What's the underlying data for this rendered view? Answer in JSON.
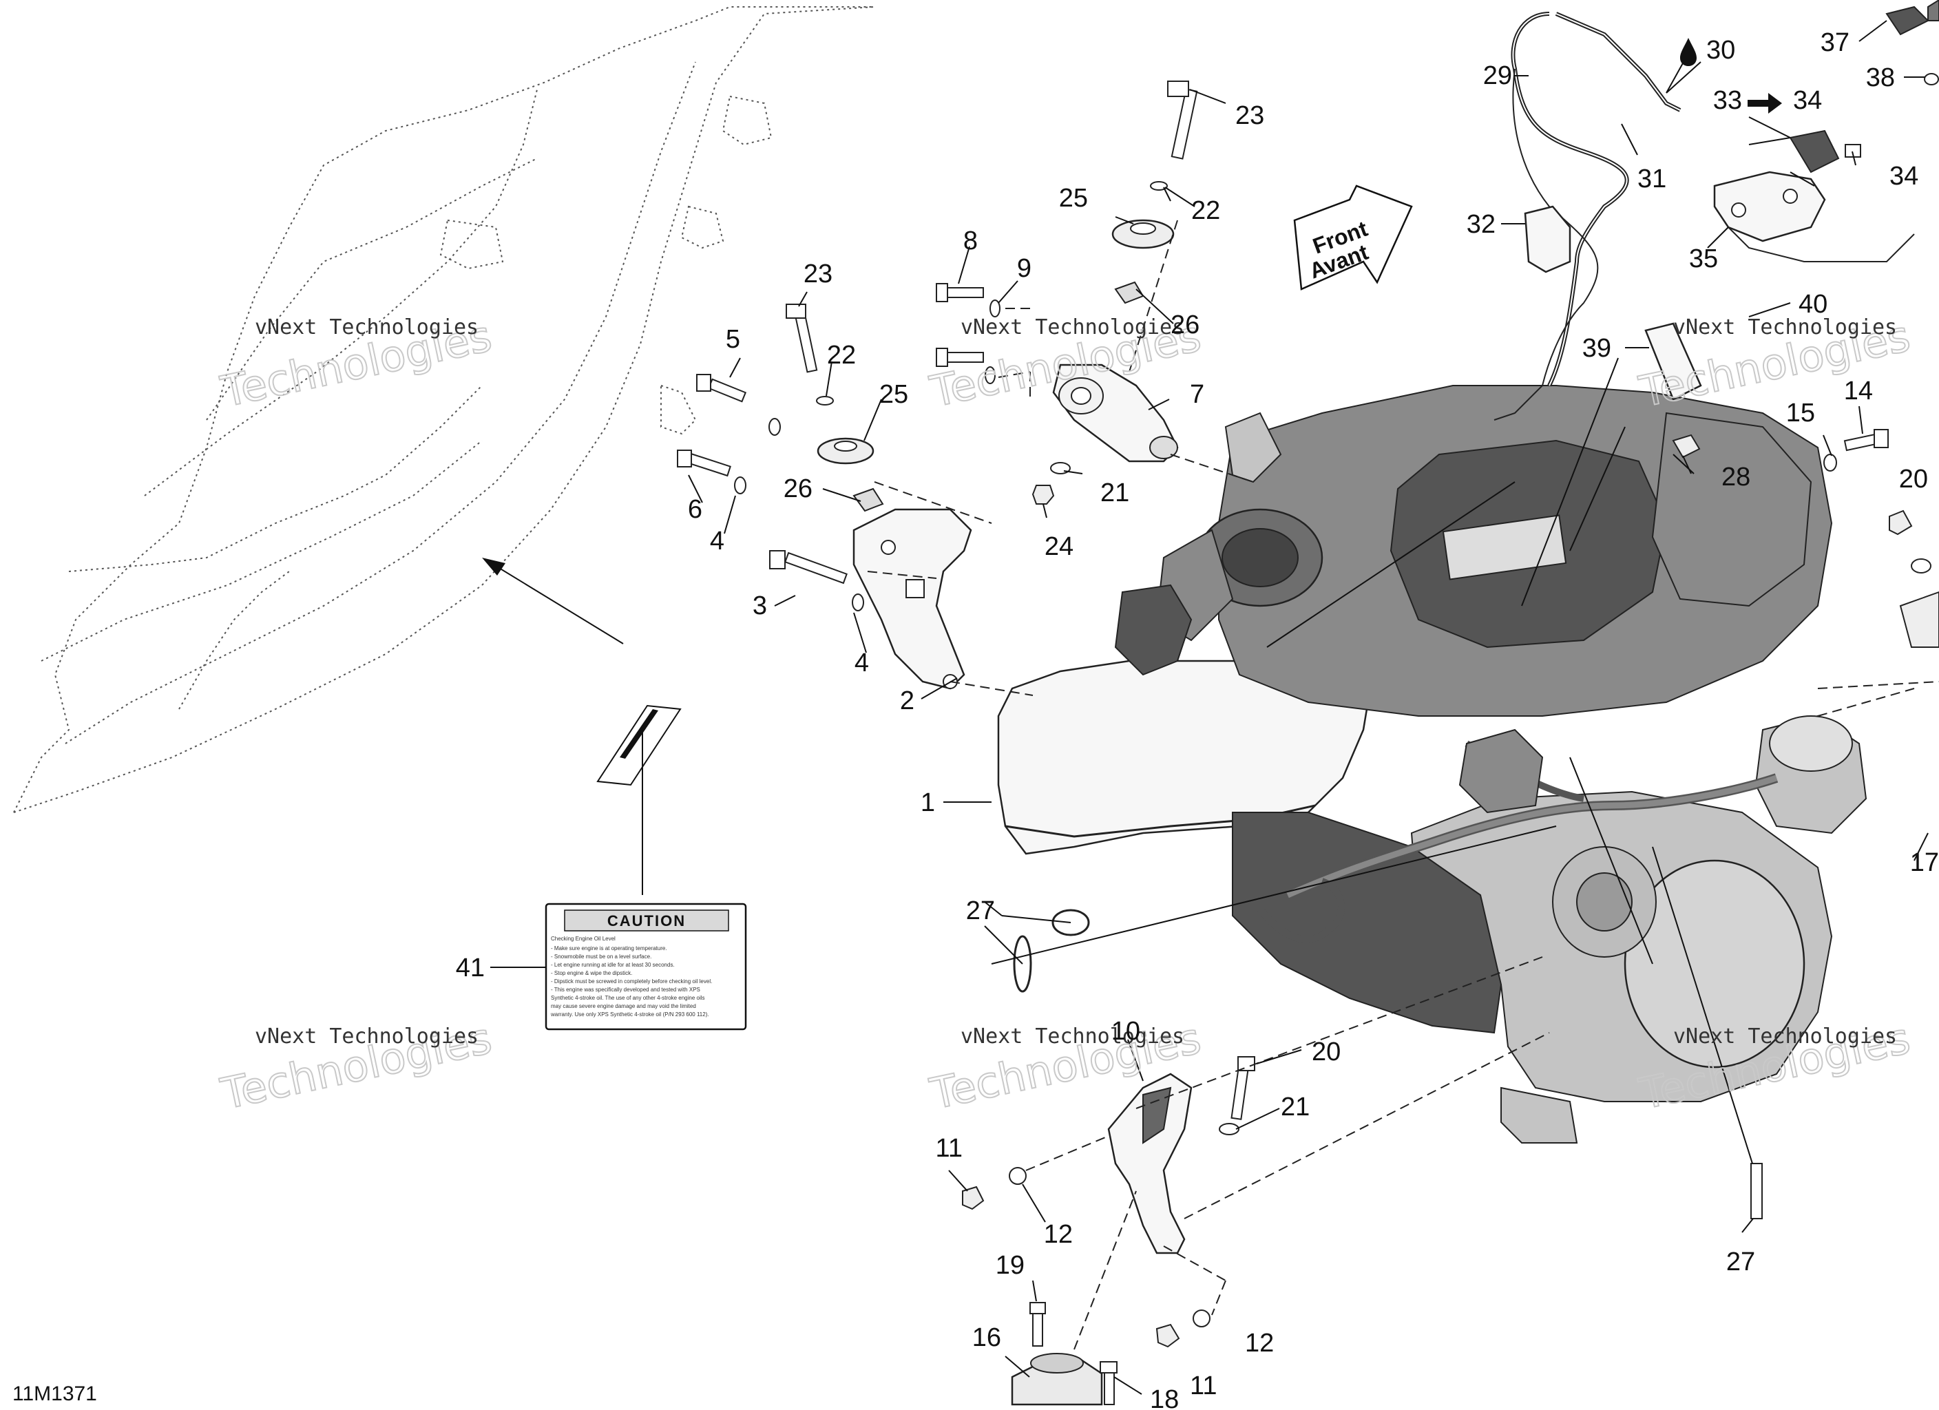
{
  "figure_ref": "11M1371",
  "front_arrow": {
    "line1": "Front",
    "line2": "Avant"
  },
  "watermark": {
    "line1": "vNext Technologies",
    "line2": "Technologies"
  },
  "caution_label": {
    "title": "CAUTION",
    "heading": "Checking Engine Oil Level",
    "lines": [
      "- Make sure engine is at operating temperature.",
      "- Snowmobile must be on a level surface.",
      "- Let engine running at idle for at least 30 seconds.",
      "- Stop engine & wipe the dipstick.",
      "- Dipstick must be screwed in completely before checking oil level.",
      "- This engine was specifically developed and tested with XPS",
      "  Synthetic 4-stroke oil. The use of any other 4-stroke engine oils",
      "  may cause severe engine damage and may void the limited",
      "  warranty. Use only XPS Synthetic 4-stroke oil (P/N 293 600 112)."
    ]
  },
  "callouts": [
    {
      "id": "c1",
      "text": "1"
    },
    {
      "id": "c2",
      "text": "2"
    },
    {
      "id": "c3",
      "text": "3"
    },
    {
      "id": "c4a",
      "text": "4"
    },
    {
      "id": "c4b",
      "text": "4"
    },
    {
      "id": "c5",
      "text": "5"
    },
    {
      "id": "c6",
      "text": "6"
    },
    {
      "id": "c7",
      "text": "7"
    },
    {
      "id": "c8",
      "text": "8"
    },
    {
      "id": "c9",
      "text": "9"
    },
    {
      "id": "c10",
      "text": "10"
    },
    {
      "id": "c11a",
      "text": "11"
    },
    {
      "id": "c11b",
      "text": "11"
    },
    {
      "id": "c12a",
      "text": "12"
    },
    {
      "id": "c12b",
      "text": "12"
    },
    {
      "id": "c14",
      "text": "14"
    },
    {
      "id": "c15",
      "text": "15"
    },
    {
      "id": "c16",
      "text": "16"
    },
    {
      "id": "c17",
      "text": "17"
    },
    {
      "id": "c18",
      "text": "18"
    },
    {
      "id": "c19",
      "text": "19"
    },
    {
      "id": "c20a",
      "text": "20"
    },
    {
      "id": "c20b",
      "text": "20"
    },
    {
      "id": "c21a",
      "text": "21"
    },
    {
      "id": "c21b",
      "text": "21"
    },
    {
      "id": "c22a",
      "text": "22"
    },
    {
      "id": "c22b",
      "text": "22"
    },
    {
      "id": "c23a",
      "text": "23"
    },
    {
      "id": "c23b",
      "text": "23"
    },
    {
      "id": "c24",
      "text": "24"
    },
    {
      "id": "c25a",
      "text": "25"
    },
    {
      "id": "c25b",
      "text": "25"
    },
    {
      "id": "c26a",
      "text": "26"
    },
    {
      "id": "c26b",
      "text": "26"
    },
    {
      "id": "c27a",
      "text": "27"
    },
    {
      "id": "c27b",
      "text": "27"
    },
    {
      "id": "c28",
      "text": "28"
    },
    {
      "id": "c29",
      "text": "29"
    },
    {
      "id": "c30",
      "text": "30"
    },
    {
      "id": "c31",
      "text": "31"
    },
    {
      "id": "c32",
      "text": "32"
    },
    {
      "id": "c33",
      "text": "33"
    },
    {
      "id": "c34a",
      "text": "34"
    },
    {
      "id": "c34b",
      "text": "34"
    },
    {
      "id": "c35",
      "text": "35"
    },
    {
      "id": "c37",
      "text": "37"
    },
    {
      "id": "c38",
      "text": "38"
    },
    {
      "id": "c39",
      "text": "39"
    },
    {
      "id": "c40",
      "text": "40"
    },
    {
      "id": "c41",
      "text": "41"
    }
  ]
}
